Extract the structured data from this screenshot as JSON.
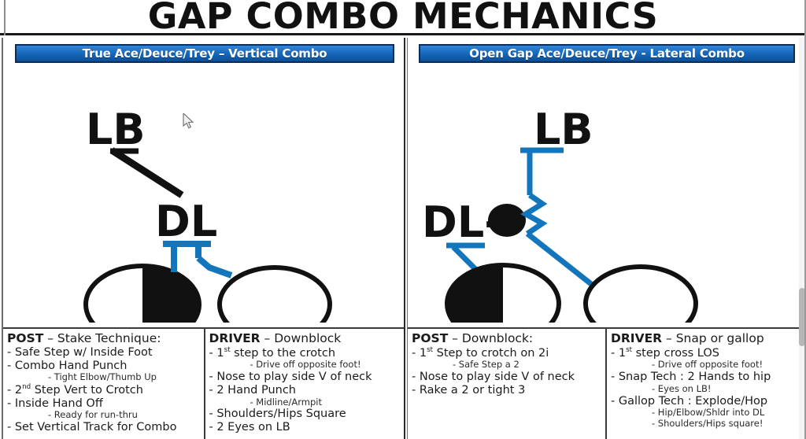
{
  "title": "GAP COMBO MECHANICS",
  "colors": {
    "banner_blue": "#1565b8",
    "banner_border": "#0c2d58",
    "link_blue": "#1376BC",
    "ink": "#111111"
  },
  "panels": [
    {
      "id": "vertical-combo",
      "banner": "True Ace/Deuce/Trey – Vertical Combo",
      "diagram": {
        "lb_label": "LB",
        "dl_label": "DL",
        "defender_marks": [
          "half-filled-oval",
          "open-oval"
        ]
      },
      "columns": [
        {
          "id": "post",
          "lines": [
            {
              "style": "head",
              "strong": "POST",
              "rest": " – Stake Technique:"
            },
            {
              "style": "main",
              "text": "- Safe Step w/ Inside Foot"
            },
            {
              "style": "main",
              "text": "- Combo Hand Punch"
            },
            {
              "style": "sub",
              "text": "- Tight Elbow/Thumb Up"
            },
            {
              "style": "main",
              "html": "- 2<sup>nd</sup> Step Vert to Crotch"
            },
            {
              "style": "main",
              "text": "- Inside Hand Off"
            },
            {
              "style": "sub",
              "text": "- Ready for run-thru"
            },
            {
              "style": "main",
              "text": "- Set Vertical Track for Combo"
            }
          ]
        },
        {
          "id": "driver",
          "lines": [
            {
              "style": "head",
              "strong": "DRIVER",
              "rest": " – Downblock"
            },
            {
              "style": "main",
              "html": "- 1<sup>st</sup> step to the crotch"
            },
            {
              "style": "sub",
              "text": "- Drive off opposite foot!"
            },
            {
              "style": "main",
              "text": "- Nose to play side V of neck"
            },
            {
              "style": "main",
              "text": "- 2  Hand Punch"
            },
            {
              "style": "sub",
              "text": "- Midline/Armpit"
            },
            {
              "style": "main",
              "text": "- Shoulders/Hips  Square"
            },
            {
              "style": "main",
              "text": "- 2 Eyes on LB"
            }
          ]
        }
      ]
    },
    {
      "id": "lateral-combo",
      "banner": "Open Gap Ace/Deuce/Trey  - Lateral Combo",
      "diagram": {
        "lb_label": "LB",
        "dl_label": "DL-",
        "defender_marks": [
          "half-filled-oval",
          "open-oval"
        ]
      },
      "columns": [
        {
          "id": "post",
          "lines": [
            {
              "style": "head",
              "strong": "POST",
              "rest": " – Downblock:"
            },
            {
              "style": "main",
              "html": "- 1<sup>st</sup> Step to crotch on 2i"
            },
            {
              "style": "sub",
              "text": "- Safe Step a 2"
            },
            {
              "style": "main",
              "text": "- Nose to play side V of neck"
            },
            {
              "style": "main",
              "text": "- Rake a 2 or tight 3"
            }
          ]
        },
        {
          "id": "driver",
          "lines": [
            {
              "style": "head",
              "strong": "DRIVER",
              "rest": " – Snap or gallop"
            },
            {
              "style": "main",
              "html": "- 1<sup>st</sup> step cross LOS"
            },
            {
              "style": "sub",
              "text": "- Drive off opposite foot!"
            },
            {
              "style": "main",
              "text": "- Snap Tech : 2 Hands to hip"
            },
            {
              "style": "sub",
              "text": "- Eyes on LB!"
            },
            {
              "style": "main",
              "text": "- Gallop Tech : Explode/Hop"
            },
            {
              "style": "sub",
              "text": "- Hip/Elbow/Shldr into DL"
            },
            {
              "style": "sub",
              "text": "- Shoulders/Hips square!"
            }
          ]
        }
      ]
    }
  ]
}
